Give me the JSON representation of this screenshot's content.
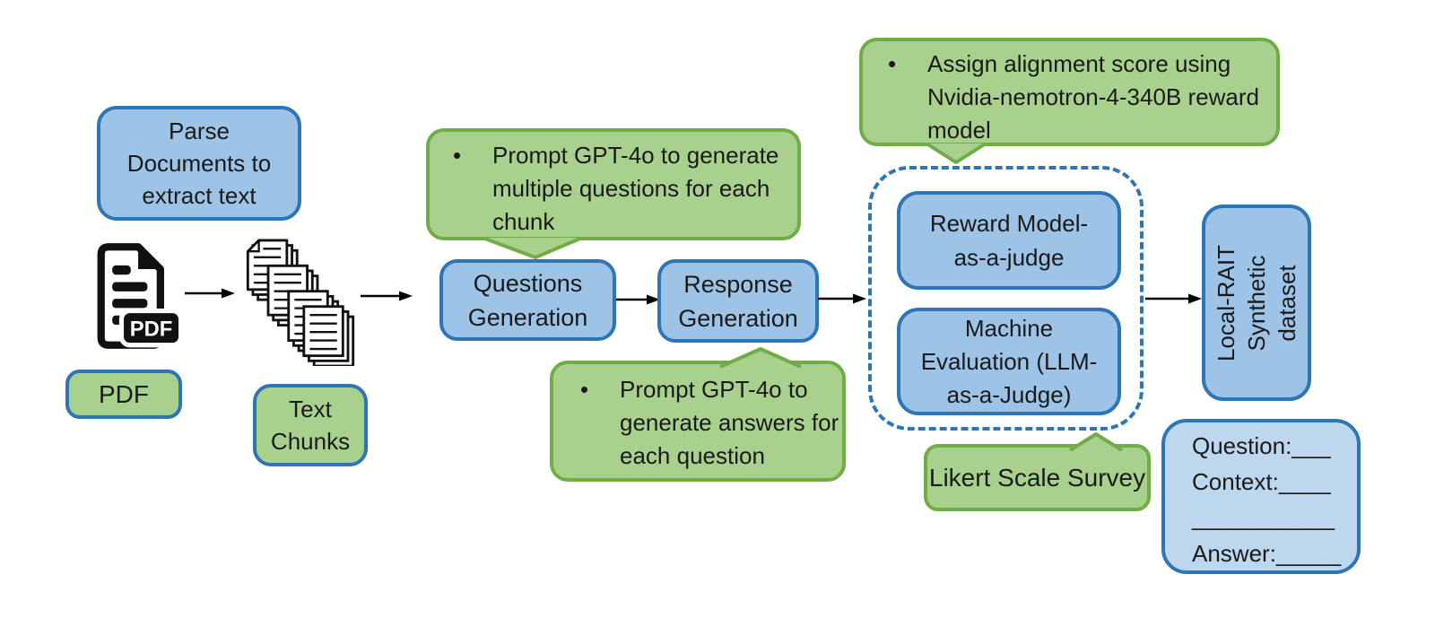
{
  "colors": {
    "blue_fill": "#9DC3E6",
    "blue_border": "#2E75B6",
    "light_blue_fill": "#BDD7EE",
    "green_fill": "#A9D18E",
    "green_border": "#70AD47",
    "arrow": "#000000",
    "text": "#1A1A1A"
  },
  "nodes": {
    "parse": {
      "lines": [
        "Parse",
        "Documents to",
        "extract text"
      ]
    },
    "pdf_label": {
      "label": "PDF"
    },
    "chunks_label": {
      "lines": [
        "Text",
        "Chunks"
      ]
    },
    "questions": {
      "lines": [
        "Questions",
        "Generation"
      ]
    },
    "response": {
      "lines": [
        "Response",
        "Generation"
      ]
    },
    "reward": {
      "lines": [
        "Reward Model-",
        "as-a-judge"
      ]
    },
    "machine": {
      "lines": [
        "Machine",
        "Evaluation (LLM-",
        "as-a-Judge)"
      ]
    },
    "dataset": {
      "lines": [
        "Local-RAIT",
        "Synthetic",
        "dataset"
      ]
    },
    "likert": {
      "label": "Likert Scale Survey"
    },
    "qa_card": {
      "lines": [
        "Question:___",
        "Context:____",
        "___________",
        "Answer:_____"
      ]
    }
  },
  "callouts": {
    "questions_note": {
      "bullet": "•",
      "lines": [
        "Prompt GPT-4o to generate",
        "multiple questions for each",
        "chunk"
      ]
    },
    "response_note": {
      "bullet": "•",
      "lines": [
        "Prompt GPT-4o to",
        "generate answers for",
        "each question"
      ]
    },
    "reward_note": {
      "bullet": "•",
      "lines": [
        "Assign alignment score using",
        "Nvidia-nemotron-4-340B reward",
        "model"
      ]
    }
  },
  "icons": {
    "pdf": "pdf-document-icon",
    "pdf_badge": "PDF",
    "chunks": "text-chunks-stack-icon"
  }
}
